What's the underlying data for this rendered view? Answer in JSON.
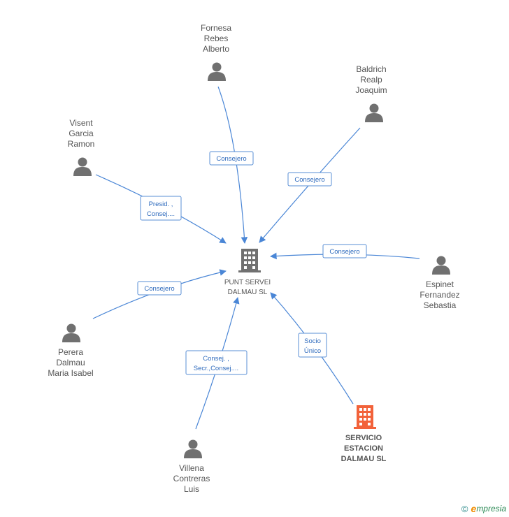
{
  "center": {
    "label_lines": [
      "PUNT SERVEI",
      "DALMAU  SL"
    ]
  },
  "persons": [
    {
      "id": "fornesa",
      "lines": [
        "Fornesa",
        "Rebes",
        "Alberto"
      ]
    },
    {
      "id": "baldrich",
      "lines": [
        "Baldrich",
        "Realp",
        "Joaquim"
      ]
    },
    {
      "id": "visent",
      "lines": [
        "Visent",
        "Garcia",
        "Ramon"
      ]
    },
    {
      "id": "espinet",
      "lines": [
        "Espinet",
        "Fernandez",
        "Sebastia"
      ]
    },
    {
      "id": "perera",
      "lines": [
        "Perera",
        "Dalmau",
        "Maria Isabel"
      ]
    },
    {
      "id": "villena",
      "lines": [
        "Villena",
        "Contreras",
        "Luis"
      ]
    }
  ],
  "company": {
    "id": "servicio",
    "lines": [
      "SERVICIO",
      "ESTACION",
      "DALMAU SL"
    ],
    "color": "#f2623a"
  },
  "edges": [
    {
      "from": "fornesa",
      "label_lines": [
        "Consejero"
      ]
    },
    {
      "from": "baldrich",
      "label_lines": [
        "Consejero"
      ]
    },
    {
      "from": "visent",
      "label_lines": [
        "Presid. ,",
        "Consej...."
      ]
    },
    {
      "from": "espinet",
      "label_lines": [
        "Consejero"
      ]
    },
    {
      "from": "perera",
      "label_lines": [
        "Consejero"
      ]
    },
    {
      "from": "villena",
      "label_lines": [
        "Consej. ,",
        "Secr.,Consej...."
      ]
    },
    {
      "from": "servicio",
      "label_lines": [
        "Socio",
        "Único"
      ]
    }
  ],
  "colors": {
    "edge": "#4a86d6",
    "icon": "#707070",
    "highlight": "#f2623a"
  },
  "footer": {
    "copyright": "©",
    "brand_first": "e",
    "brand_rest": "mpresia"
  }
}
